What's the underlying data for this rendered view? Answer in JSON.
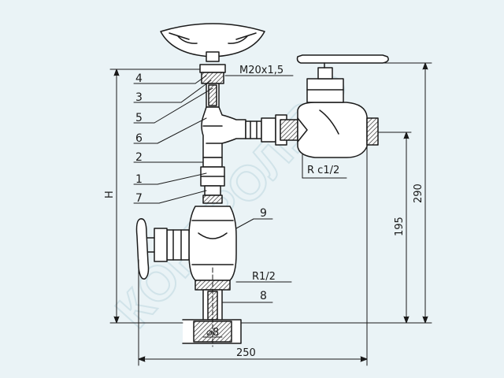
{
  "callouts": [
    "4",
    "3",
    "5",
    "6",
    "2",
    "1",
    "7",
    "9",
    "8"
  ],
  "thread_top": "M20x1,5",
  "thread_side": "R c1/2",
  "thread_bottom": "R1/2",
  "bore": "⌀8",
  "dims": {
    "height_label": "H",
    "width_total": "250",
    "height_total": "290",
    "height_side": "195"
  },
  "watermark": "КОНТРОЛ.РФ",
  "colors": {
    "background": "#eaf3f6",
    "line": "#1a1a1a",
    "hatch": "#444444",
    "watermark": "#cfe2e8"
  }
}
